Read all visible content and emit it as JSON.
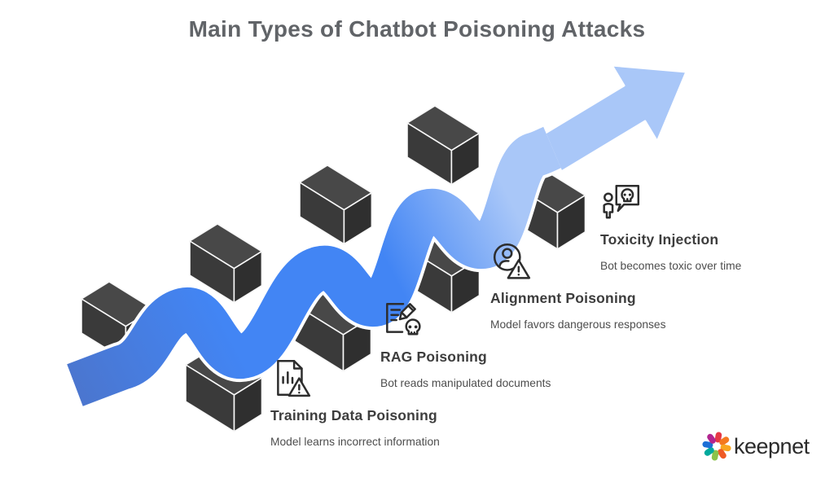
{
  "title": "Main Types of Chatbot Poisoning Attacks",
  "items": [
    {
      "title": "Training Data Poisoning",
      "subtitle": "Model learns incorrect information",
      "icon": "document-chart-warning-icon"
    },
    {
      "title": "RAG Poisoning",
      "subtitle": "Bot reads manipulated documents",
      "icon": "document-edit-skull-icon"
    },
    {
      "title": "Alignment Poisoning",
      "subtitle": "Model favors dangerous responses",
      "icon": "user-warning-icon"
    },
    {
      "title": "Toxicity Injection",
      "subtitle": "Bot becomes toxic over time",
      "icon": "person-toxic-speech-icon"
    }
  ],
  "illustration": {
    "description": "blue ribbon weaving over four pairs of dark 3D bars, ascending into an arrow",
    "bar_count": 8,
    "colors": {
      "ribbon_start": "#4b76cf",
      "ribbon_mid": "#4285f4",
      "ribbon_light": "#a9c7f8",
      "bar_top": "#484848",
      "bar_front": "#3a3a3a",
      "bar_end": "#2f2f2f"
    }
  },
  "logo": {
    "text": "keepnet",
    "petal_colors": [
      "#e63946",
      "#f4791f",
      "#f9a620",
      "#ef5a24",
      "#8bc34a",
      "#00a99d",
      "#1d6fd6",
      "#b2258f"
    ]
  }
}
